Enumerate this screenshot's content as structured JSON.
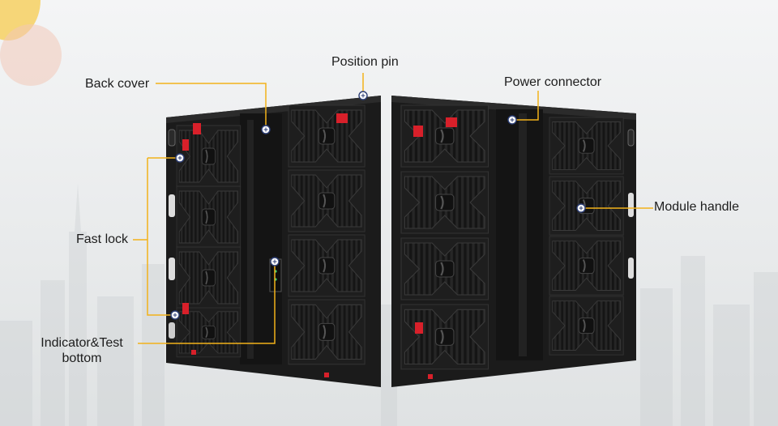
{
  "labels": {
    "position_pin": "Position pin",
    "back_cover": "Back cover",
    "power_connector": "Power connector",
    "module_handle": "Module handle",
    "fast_lock": "Fast lock",
    "indicator_line1": "Indicator&Test",
    "indicator_line2": "bottom"
  },
  "colors": {
    "callout_line": "#f2b21a",
    "marker_ring": "#2c3e75",
    "cabinet": "#1b1b1b",
    "accent_red": "#d8202a"
  }
}
